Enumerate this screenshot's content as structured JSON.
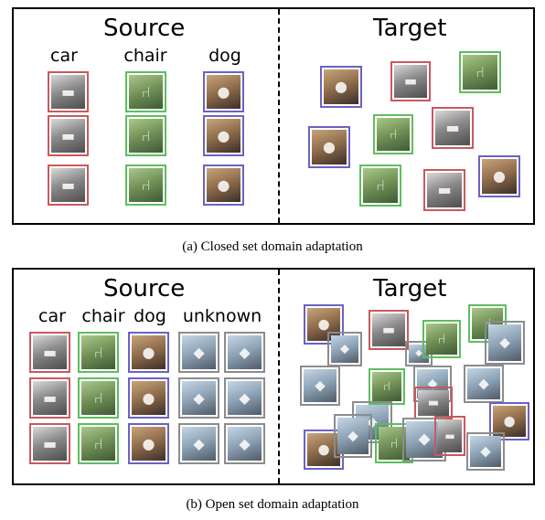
{
  "colors": {
    "car": "#c9595c",
    "chair": "#5cbf5c",
    "dog": "#6b62c2",
    "unknown": "#8c8c8c"
  },
  "icons": {
    "car": "car-icon",
    "chair": "chair-icon",
    "dog": "dog-icon",
    "unknown": "object-icon"
  },
  "panel_a": {
    "source_title": "Source",
    "target_title": "Target",
    "classes": [
      "car",
      "chair",
      "dog"
    ],
    "caption": "(a)  Closed set domain adaptation"
  },
  "panel_b": {
    "source_title": "Source",
    "target_title": "Target",
    "classes": [
      "car",
      "chair",
      "dog",
      "unknown"
    ],
    "caption": "(b)  Open set domain adaptation"
  }
}
